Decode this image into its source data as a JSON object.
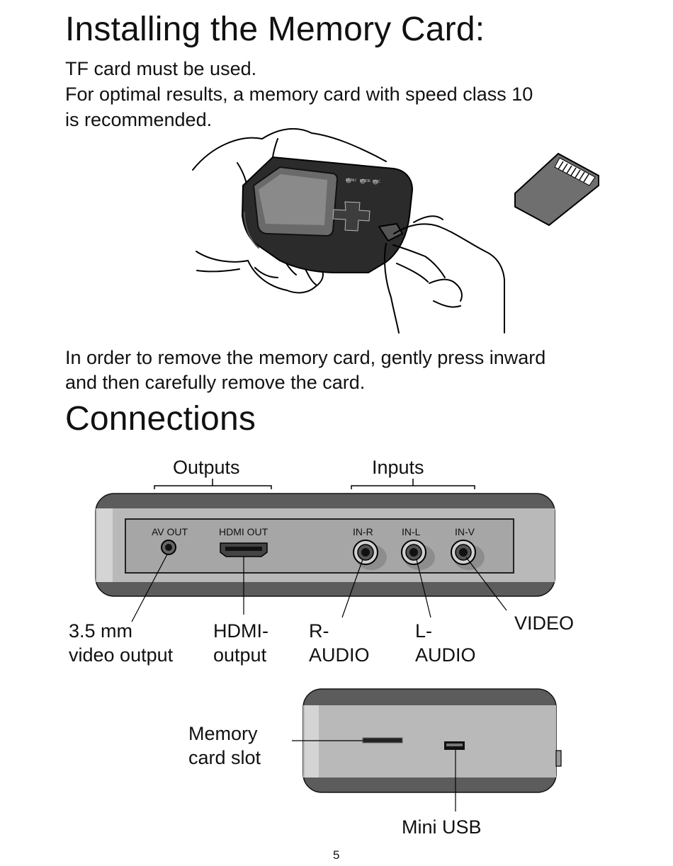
{
  "section1": {
    "title": "Installing the Memory Card:",
    "line1": "TF  card must be used.",
    "line2": "For optimal results, a memory card with speed class 10",
    "line3": "is recommended.",
    "remove_line1": "In order to remove the memory card, gently press inward",
    "remove_line2": "and then carefully remove the card."
  },
  "device_buttons": {
    "menu": "MENU",
    "mode": "MODE",
    "rec": "REC"
  },
  "section2": {
    "title": "Connections",
    "group_outputs": "Outputs",
    "group_inputs": "Inputs",
    "ports": {
      "av_out": "AV OUT",
      "hdmi_out": "HDMI OUT",
      "in_r": "IN-R",
      "in_l": "IN-L",
      "in_v": "IN-V"
    },
    "callouts": {
      "av_1": "3.5 mm",
      "av_2": "video output",
      "hdmi_1": "HDMI-",
      "hdmi_2": "output",
      "r_1": "R-",
      "r_2": "AUDIO",
      "l_1": "L-",
      "l_2": "AUDIO",
      "video": "VIDEO",
      "slot_1": "Memory",
      "slot_2": "card slot",
      "usb": "Mini USB"
    }
  },
  "page_number": "5"
}
